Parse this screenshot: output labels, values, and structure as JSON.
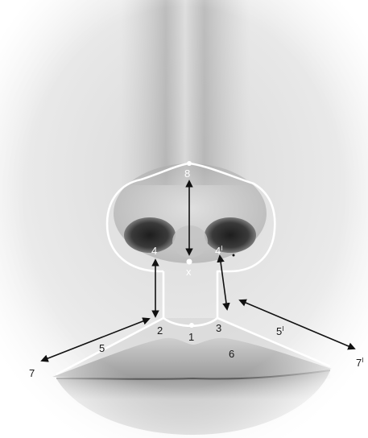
{
  "labels": {
    "l1": "1",
    "l2": "2",
    "l3": "3",
    "l4": "4",
    "l4p": "4",
    "l4p_sup": "I",
    "l5": "5",
    "l5p": "5",
    "l5p_sup": "I",
    "l6": "6",
    "l7": "7",
    "l7p": "7",
    "l7p_sup": "I",
    "l8": "8",
    "lx": "x"
  },
  "colors": {
    "outline": "#ffffff",
    "arrow": "#111111",
    "label_light": "#ffffff",
    "label_dark": "#1a1a1a"
  }
}
